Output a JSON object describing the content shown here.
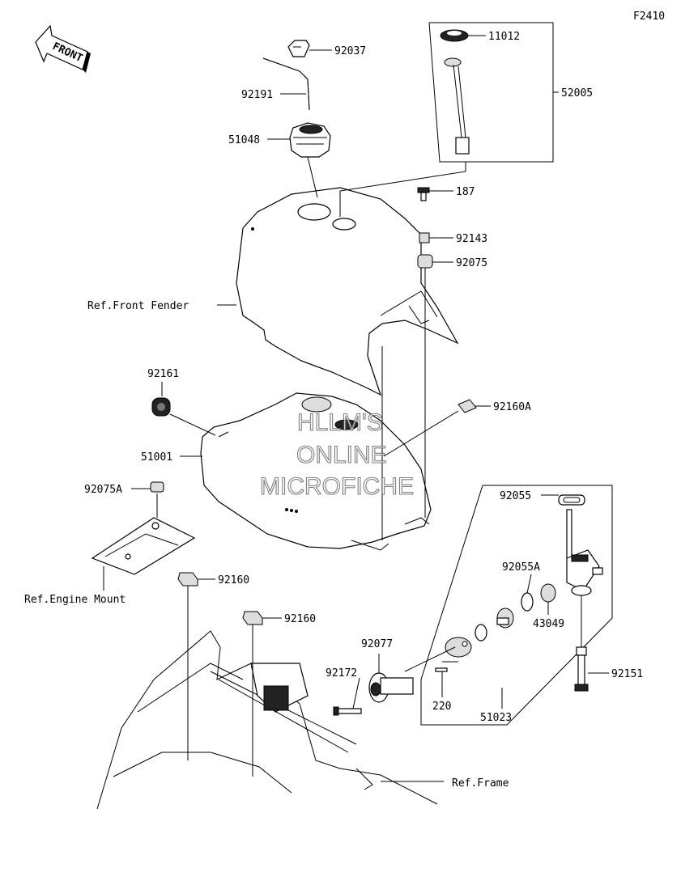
{
  "diagram": {
    "code": "F2410",
    "front_label": "FRONT",
    "watermark": [
      "HLLM'S",
      "ONLINE",
      "MICROFICHE"
    ],
    "callouts": [
      {
        "id": "11012",
        "label": "11012"
      },
      {
        "id": "92037",
        "label": "92037"
      },
      {
        "id": "52005",
        "label": "52005"
      },
      {
        "id": "92191",
        "label": "92191"
      },
      {
        "id": "51048",
        "label": "51048"
      },
      {
        "id": "187",
        "label": "187"
      },
      {
        "id": "92143",
        "label": "92143"
      },
      {
        "id": "92075",
        "label": "92075"
      },
      {
        "id": "ref-front-fender",
        "label": "Ref.Front Fender"
      },
      {
        "id": "92161",
        "label": "92161"
      },
      {
        "id": "92160A",
        "label": "92160A"
      },
      {
        "id": "51001",
        "label": "51001"
      },
      {
        "id": "92075A",
        "label": "92075A"
      },
      {
        "id": "92055",
        "label": "92055"
      },
      {
        "id": "92055A",
        "label": "92055A"
      },
      {
        "id": "43049",
        "label": "43049"
      },
      {
        "id": "ref-engine-mount",
        "label": "Ref.Engine Mount"
      },
      {
        "id": "92160-a",
        "label": "92160"
      },
      {
        "id": "92160-b",
        "label": "92160"
      },
      {
        "id": "92077",
        "label": "92077"
      },
      {
        "id": "92172",
        "label": "92172"
      },
      {
        "id": "220",
        "label": "220"
      },
      {
        "id": "92151",
        "label": "92151"
      },
      {
        "id": "51023",
        "label": "51023"
      },
      {
        "id": "ref-frame",
        "label": "Ref.Frame"
      }
    ]
  }
}
